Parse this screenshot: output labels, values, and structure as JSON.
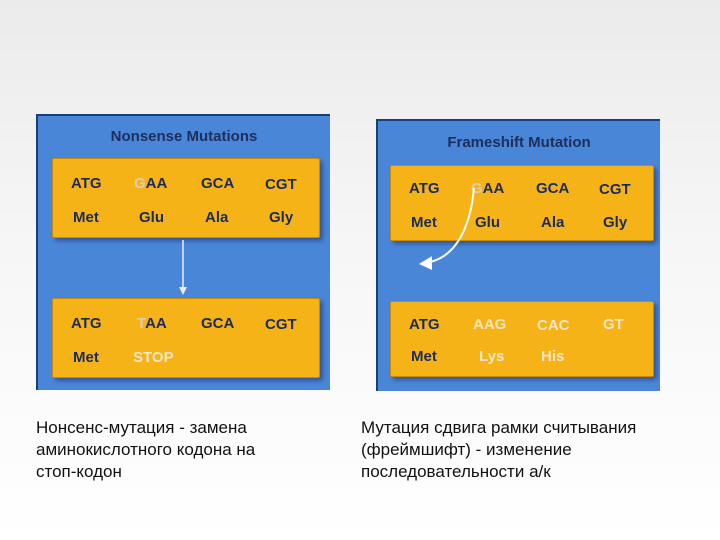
{
  "nonsense": {
    "title": "Nonsense Mutations",
    "before": {
      "codons": [
        {
          "lead": "",
          "text": "ATG"
        },
        {
          "lead": "G",
          "text": "AA"
        },
        {
          "lead": "",
          "text": "GCA"
        },
        {
          "lead": "",
          "text": "CGT"
        }
      ],
      "aminos": [
        "Met",
        "Glu",
        "Ala",
        "Gly"
      ]
    },
    "after": {
      "codons": [
        {
          "lead": "",
          "text": "ATG"
        },
        {
          "lead": "T",
          "text": "AA"
        },
        {
          "lead": "",
          "text": "GCA"
        },
        {
          "lead": "",
          "text": "CGT"
        }
      ],
      "aminos": [
        "Met",
        "STOP"
      ]
    }
  },
  "frameshift": {
    "title": "Frameshift Mutation",
    "before": {
      "codons": [
        {
          "lead": "",
          "text": "ATG"
        },
        {
          "lead": "G",
          "text": "AA"
        },
        {
          "lead": "",
          "text": "GCA"
        },
        {
          "lead": "",
          "text": "CGT"
        }
      ],
      "aminos": [
        "Met",
        "Glu",
        "Ala",
        "Gly"
      ]
    },
    "after": {
      "codons": [
        "ATG",
        "AAG",
        "CAC",
        "GT"
      ],
      "aminos": [
        "Met",
        "Lys",
        "His"
      ]
    }
  },
  "captions": {
    "left": [
      "Нонсенс-мутация - замена",
      "аминокислотного кодона на",
      "стоп-кодон"
    ],
    "right": [
      "Мутация сдвига рамки считывания",
      "(фреймшифт) - изменение",
      "последовательности а/к"
    ]
  },
  "colors": {
    "panel": "#4a86d8",
    "card": "#f5b318",
    "text_dark": "#1c2a55",
    "text_light": "#fbe6c4"
  }
}
